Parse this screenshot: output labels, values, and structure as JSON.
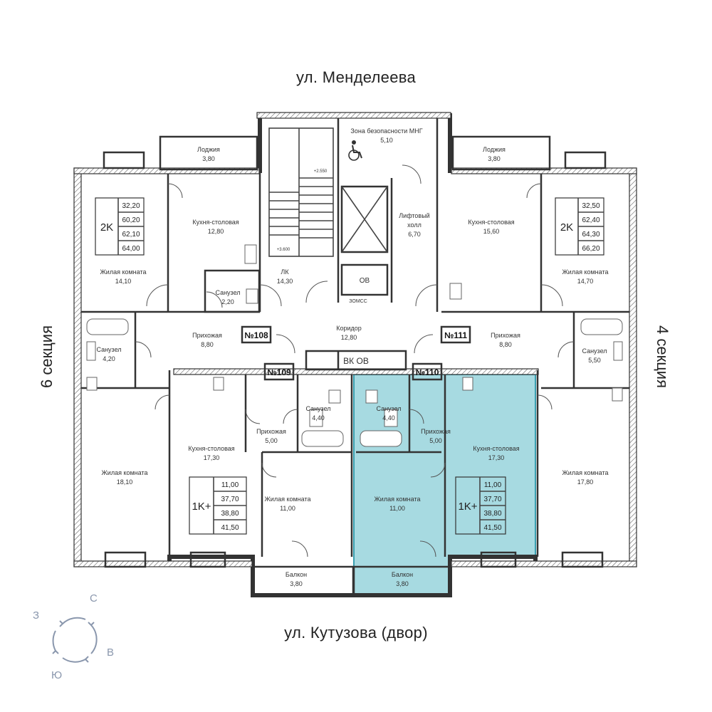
{
  "streets": {
    "top": "ул. Менделеева",
    "bottom": "ул. Кутузова (двор)"
  },
  "sections": {
    "left": "6 секция",
    "right": "4 секция"
  },
  "compass": {
    "n": "С",
    "e": "В",
    "s": "Ю",
    "w": "З"
  },
  "colors": {
    "highlight": "#8ecfd9",
    "wall": "#333333",
    "compass": "#8a97ad"
  },
  "apartments": [
    {
      "no": "№108",
      "type": "2K",
      "areas": [
        "32,20",
        "60,20",
        "62,10",
        "64,00"
      ]
    },
    {
      "no": "№111",
      "type": "2K",
      "areas": [
        "32,50",
        "62,40",
        "64,30",
        "66,20"
      ]
    },
    {
      "no": "№109",
      "type": "1K+",
      "areas": [
        "11,00",
        "37,70",
        "38,80",
        "41,50"
      ]
    },
    {
      "no": "№110",
      "type": "1K+",
      "areas": [
        "11,00",
        "37,70",
        "38,80",
        "41,50"
      ]
    }
  ],
  "rooms": [
    {
      "name": "Лоджия",
      "area": "3,80"
    },
    {
      "name": "Кухня-столовая",
      "area": "12,80"
    },
    {
      "name": "Жилая комната",
      "area": "14,10"
    },
    {
      "name": "Санузел",
      "area": "2,20"
    },
    {
      "name": "ЛК",
      "area": "14,30"
    },
    {
      "name": "Зона безопасности МНГ",
      "area": "5,10"
    },
    {
      "name": "Лифтовый",
      "name2": "холл",
      "area": "6,70"
    },
    {
      "name": "ОВ",
      "area": ""
    },
    {
      "name": "Лоджия",
      "area": "3,80"
    },
    {
      "name": "Кухня-столовая",
      "area": "15,60"
    },
    {
      "name": "Жилая комната",
      "area": "14,70"
    },
    {
      "name": "Санузел",
      "area": "4,20"
    },
    {
      "name": "Прихожая",
      "area": "8,80"
    },
    {
      "name": "Коридор",
      "area": "12,80"
    },
    {
      "name": "Прихожая",
      "area": "8,80"
    },
    {
      "name": "Санузел",
      "area": "5,50"
    },
    {
      "name": "Жилая комната",
      "area": "18,10"
    },
    {
      "name": "Кухня-столовая",
      "area": "17,30"
    },
    {
      "name": "Прихожая",
      "area": "5,00"
    },
    {
      "name": "Санузел",
      "area": "4,40"
    },
    {
      "name": "Жилая комната",
      "area": "11,00"
    },
    {
      "name": "Санузел",
      "area": "4,40"
    },
    {
      "name": "Прихожая",
      "area": "5,00"
    },
    {
      "name": "Кухня-столовая",
      "area": "17,30"
    },
    {
      "name": "Жилая комната",
      "area": "11,00"
    },
    {
      "name": "Жилая комната",
      "area": "17,80"
    },
    {
      "name": "Балкон",
      "area": "3,80"
    },
    {
      "name": "Балкон",
      "area": "3,80"
    }
  ],
  "shaft": "ВК  ОВ",
  "elevations": [
    "+2.550",
    "+3.600"
  ],
  "zone_mark": "ЗОМСС"
}
